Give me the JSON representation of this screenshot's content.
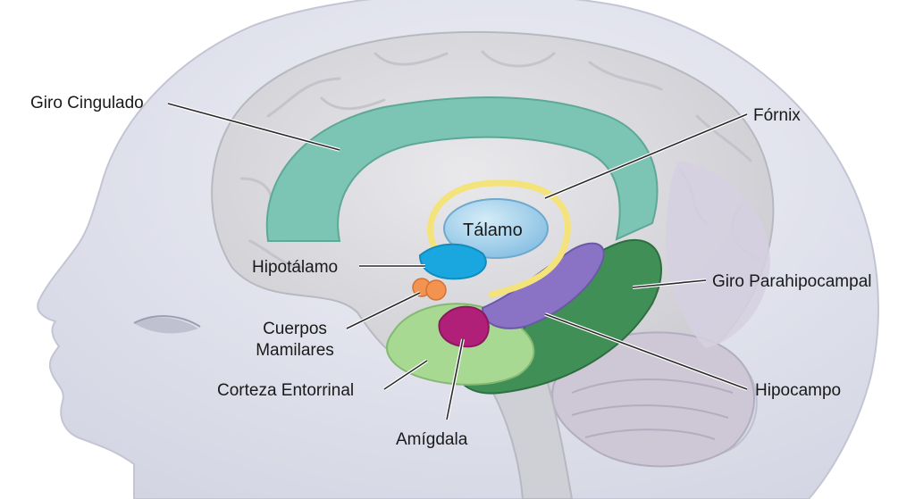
{
  "diagram": {
    "labels": {
      "giro_cingulado": "Giro Cingulado",
      "fornix": "Fórnix",
      "talamo": "Tálamo",
      "hipotalamo": "Hipotálamo",
      "giro_parahipocampal": "Giro Parahipocampal",
      "cuerpos_line1": "Cuerpos",
      "cuerpos_line2": "Mamilares",
      "corteza_entorrinal": "Corteza Entorrinal",
      "hipocampo": "Hipocampo",
      "amigdala": "Amígdala"
    },
    "colors": {
      "background": "#ffffff",
      "head": "#e3e4ee",
      "brain": "#dcdcdf",
      "cerebellum": "#cdc7d6",
      "cingulate": "#7cc4b4",
      "fornix": "#f4e27a",
      "thalamus": "#a9d4ec",
      "hypothalamus": "#1aa7e0",
      "mammillary": "#f3934f",
      "parahippocampal": "#3f8f56",
      "entorhinal": "#a7d992",
      "hippocampus": "#8a73c4",
      "amygdala": "#b01f78"
    }
  }
}
